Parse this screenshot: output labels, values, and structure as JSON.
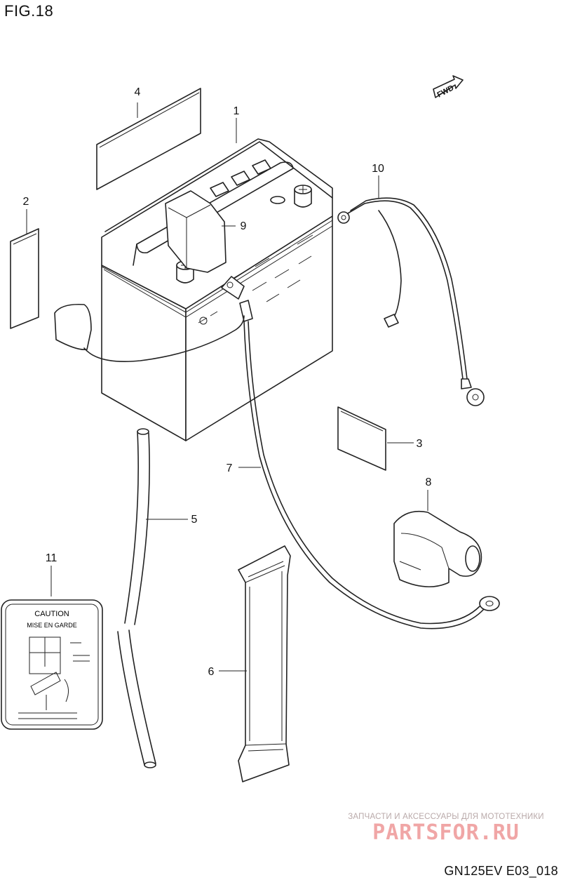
{
  "figure": {
    "title": "FIG.18",
    "code": "GN125EV E03_018",
    "direction_tag": "FWD"
  },
  "callouts": [
    {
      "id": "c1",
      "text": "1"
    },
    {
      "id": "c2",
      "text": "2"
    },
    {
      "id": "c3",
      "text": "3"
    },
    {
      "id": "c4",
      "text": "4"
    },
    {
      "id": "c5",
      "text": "5"
    },
    {
      "id": "c6",
      "text": "6"
    },
    {
      "id": "c7",
      "text": "7"
    },
    {
      "id": "c8",
      "text": "8"
    },
    {
      "id": "c9",
      "text": "9"
    },
    {
      "id": "c10",
      "text": "10"
    },
    {
      "id": "c11",
      "text": "11"
    }
  ],
  "caution_label": {
    "heading": "CAUTION",
    "subheading": "MISE EN GARDE"
  },
  "watermark": {
    "caption": "ЗАПЧАСТИ И АКСЕССУАРЫ ДЛЯ МОТОТЕХНИКИ",
    "brand": "PARTSFOR.RU"
  }
}
